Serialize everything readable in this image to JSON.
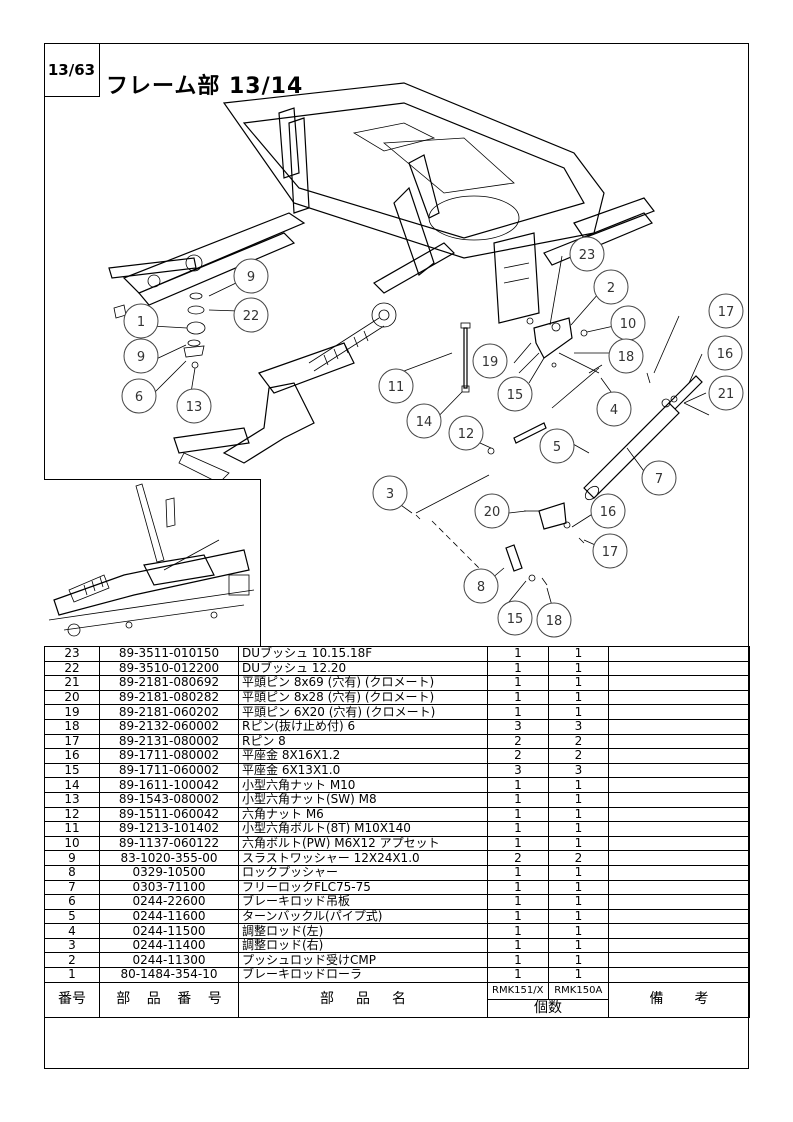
{
  "page_number": "13/63",
  "title": "フレーム部 13/14",
  "callouts": [
    "1",
    "2",
    "3",
    "4",
    "5",
    "6",
    "7",
    "8",
    "9",
    "10",
    "11",
    "12",
    "13",
    "14",
    "15",
    "16",
    "17",
    "18",
    "19",
    "20",
    "21",
    "22",
    "23"
  ],
  "table": {
    "header": {
      "no": "番号",
      "part_no_chars": [
        "部",
        "品",
        "番",
        "号"
      ],
      "part_name_chars": [
        "部",
        "品",
        "名"
      ],
      "qty_models": [
        "RMK151/X",
        "RMK150A"
      ],
      "qty_label": "個数",
      "remarks_chars": [
        "備",
        "考"
      ]
    },
    "rows": [
      {
        "no": "23",
        "part_no": "89-3511-010150",
        "name": "DUブッシュ 10.15.18F",
        "q1": "1",
        "q2": "1"
      },
      {
        "no": "22",
        "part_no": "89-3510-012200",
        "name": "DUブッシュ 12.20",
        "q1": "1",
        "q2": "1"
      },
      {
        "no": "21",
        "part_no": "89-2181-080692",
        "name": "平頭ピン 8x69 (穴有) (クロメート)",
        "q1": "1",
        "q2": "1"
      },
      {
        "no": "20",
        "part_no": "89-2181-080282",
        "name": "平頭ピン 8x28 (穴有) (クロメート)",
        "q1": "1",
        "q2": "1"
      },
      {
        "no": "19",
        "part_no": "89-2181-060202",
        "name": "平頭ピン 6X20 (穴有) (クロメート)",
        "q1": "1",
        "q2": "1"
      },
      {
        "no": "18",
        "part_no": "89-2132-060002",
        "name": "Rピン(抜け止め付) 6",
        "q1": "3",
        "q2": "3"
      },
      {
        "no": "17",
        "part_no": "89-2131-080002",
        "name": "Rピン 8",
        "q1": "2",
        "q2": "2"
      },
      {
        "no": "16",
        "part_no": "89-1711-080002",
        "name": "平座金 8X16X1.2",
        "q1": "2",
        "q2": "2"
      },
      {
        "no": "15",
        "part_no": "89-1711-060002",
        "name": "平座金 6X13X1.0",
        "q1": "3",
        "q2": "3"
      },
      {
        "no": "14",
        "part_no": "89-1611-100042",
        "name": "小型六角ナット M10",
        "q1": "1",
        "q2": "1"
      },
      {
        "no": "13",
        "part_no": "89-1543-080002",
        "name": "小型六角ナット(SW) M8",
        "q1": "1",
        "q2": "1"
      },
      {
        "no": "12",
        "part_no": "89-1511-060042",
        "name": "六角ナット M6",
        "q1": "1",
        "q2": "1"
      },
      {
        "no": "11",
        "part_no": "89-1213-101402",
        "name": "小型六角ボルト(8T) M10X140",
        "q1": "1",
        "q2": "1"
      },
      {
        "no": "10",
        "part_no": "89-1137-060122",
        "name": "六角ボルト(PW) M6X12 アプセット",
        "q1": "1",
        "q2": "1"
      },
      {
        "no": "9",
        "part_no": "83-1020-355-00",
        "name": "スラストワッシャー 12X24X1.0",
        "q1": "2",
        "q2": "2"
      },
      {
        "no": "8",
        "part_no": "0329-10500",
        "name": "ロックプッシャー",
        "q1": "1",
        "q2": "1"
      },
      {
        "no": "7",
        "part_no": "0303-71100",
        "name": "フリーロックFLC75-75",
        "q1": "1",
        "q2": "1"
      },
      {
        "no": "6",
        "part_no": "0244-22600",
        "name": "ブレーキロッド吊板",
        "q1": "1",
        "q2": "1"
      },
      {
        "no": "5",
        "part_no": "0244-11600",
        "name": "ターンバックル(パイプ式)",
        "q1": "1",
        "q2": "1"
      },
      {
        "no": "4",
        "part_no": "0244-11500",
        "name": "調整ロッド(左)",
        "q1": "1",
        "q2": "1"
      },
      {
        "no": "3",
        "part_no": "0244-11400",
        "name": "調整ロッド(右)",
        "q1": "1",
        "q2": "1"
      },
      {
        "no": "2",
        "part_no": "0244-11300",
        "name": "プッシュロッド受けCMP",
        "q1": "1",
        "q2": "1"
      },
      {
        "no": "1",
        "part_no": "80-1484-354-10",
        "name": "ブレーキロッドローラ",
        "q1": "1",
        "q2": "1"
      }
    ]
  }
}
